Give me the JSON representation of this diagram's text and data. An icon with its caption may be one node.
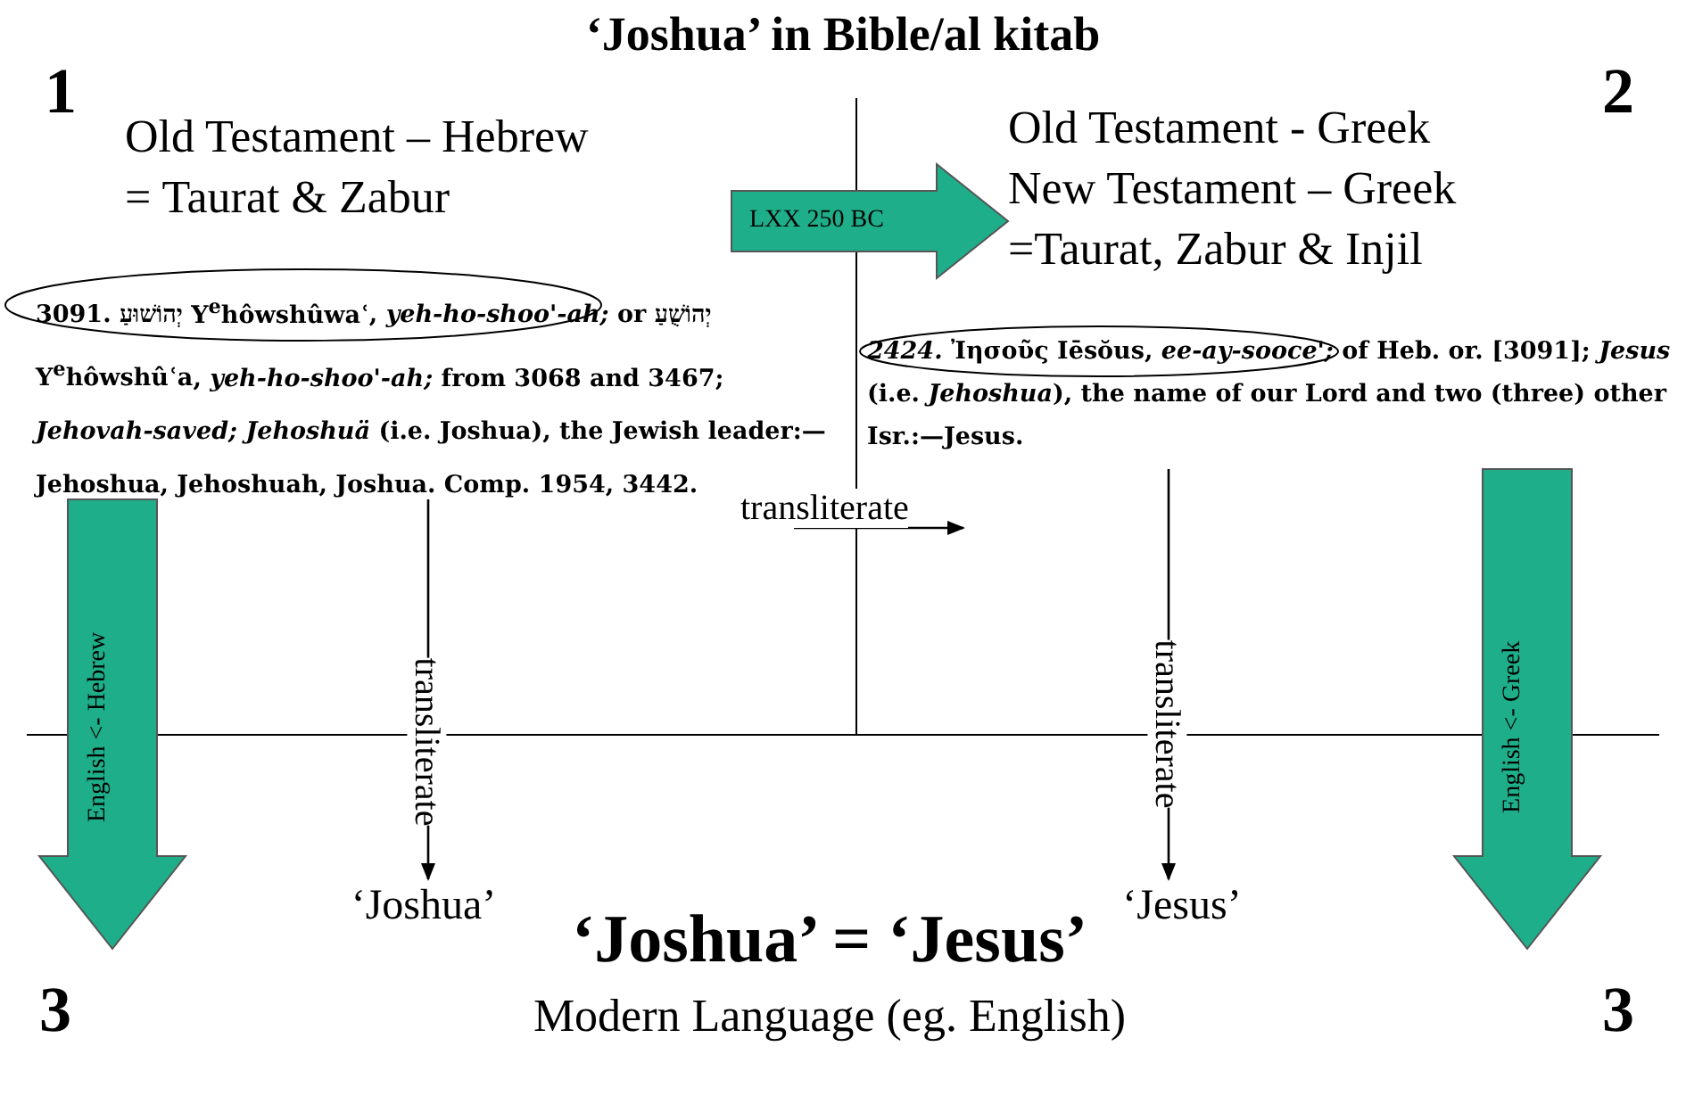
{
  "diagram": {
    "title": "‘Joshua’ in Bible/al kitab",
    "nodes": [
      {
        "text": [
          "Old Testament – Hebrew",
          "= Taurat & Zabur"
        ]
      },
      {
        "text": [
          "3091. יְהוֹשׁוּעַ **Y$^{e}$hôwshûwaʿ**, *yeh-ho-shoo'-ah;* or יְהוֹשֻׁעַ **Y$^{e}$hôwshûʿa**, *yeh-ho-shoo'-ah;* from 3068 and 3467; *Jehovah-saved;* *Jehoshuä* (i.e. Joshua), the Jewish leader:—Jehoshua, Jehoshuah, Joshua. Comp. 1954, 3442."
        ]
      },
      {
        "text": [
          "Old Testament - Greek",
          "New Testament – Greek",
          "=Taurat, Zabur & Injil"
        ]
      },
      {
        "text": [
          "*2424.* Ἰησοῦς **Iēsŏus**, *ee-ay-sooce';* of Heb. or. [3091]; *Jesus* (i.e. *Jehoshua*), the name of our Lord and two (three) other Isr.:—Jesus."
        ]
      },
      {
        "text": [
          "‘Joshua’"
        ]
      },
      {
        "text": [
          "‘Jesus’"
        ]
      },
      {
        "text": [
          "‘Joshua’ = ‘Jesus’",
          "Modern Language (eg. English)"
        ]
      }
    ],
    "edges": [
      {
        "from": 0,
        "to": 2,
        "arrow": "to",
        "label": "LXX 250 BC",
        "style": "thick",
        "color": "#1fae8a"
      },
      {
        "from": 1,
        "to": 3,
        "arrow": "to",
        "label": "transliterate"
      },
      {
        "from": 1,
        "to": 4,
        "arrow": "to",
        "label": "transliterate"
      },
      {
        "from": 3,
        "to": 5,
        "arrow": "to",
        "label": "transliterate"
      },
      {
        "from": 1,
        "to": null,
        "arrow": "to",
        "label": "English <- Hebrew",
        "style": "thick",
        "color": "#1fae8a"
      },
      {
        "from": 3,
        "to": null,
        "arrow": "to",
        "label": "English <- Greek",
        "style": "thick",
        "color": "#1fae8a"
      }
    ],
    "labels": [
      "1",
      "2",
      "3",
      "3"
    ]
  }
}
